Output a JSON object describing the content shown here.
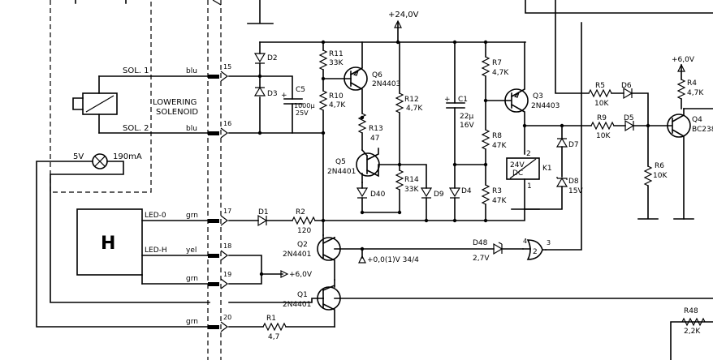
{
  "supply_top": "+24,0V",
  "supply_right": "+6,0V",
  "solenoid": {
    "line1": "LOWERING",
    "line2": "SOLENOID",
    "sol1": "SOL. 1",
    "sol2": "SOL. 2",
    "wire1": "blu",
    "wire2": "blu"
  },
  "lamp": {
    "voltage": "5V",
    "current": "190mA"
  },
  "display": {
    "symbol": "H",
    "led0": "LED-0",
    "ledh": "LED-H"
  },
  "pins": {
    "p15": "15",
    "p16": "16",
    "p17": "17",
    "p18": "18",
    "p19": "19",
    "p20": "20"
  },
  "wires": {
    "w17": "grn",
    "w18": "yel",
    "w19": "grn",
    "w20": "grn"
  },
  "components": {
    "d2": "D2",
    "d3": "D3",
    "c5": "C5",
    "c5v1": "1000µ",
    "c5v2": "25V",
    "r11": "R11",
    "r11v": "33K",
    "r10": "R10",
    "r10v": "4,7K",
    "q6": "Q6",
    "q6t": "2N4403",
    "r13": "R13",
    "r13v": "47",
    "q5": "Q5",
    "q5t": "2N4401",
    "d40": "D40",
    "r12": "R12",
    "r12v": "4,7K",
    "r14": "R14",
    "r14v": "33K",
    "d9": "D9",
    "c1": "C1",
    "c1v1": "22µ",
    "c1v2": "16V",
    "d4": "D4",
    "r7": "R7",
    "r7v": "4,7K",
    "r8": "R8",
    "r8v": "47K",
    "r3": "R3",
    "r3v": "47K",
    "q3": "Q3",
    "q3t": "2N4403",
    "k1": "K1",
    "k1v1": "24V",
    "k1v2": "DC",
    "k1p2": "2",
    "k1p1": "1",
    "d7": "D7",
    "d8": "D8",
    "d8v": "15V",
    "r5": "R5",
    "r5v": "10K",
    "d6": "D6",
    "r9": "R9",
    "r9v": "10K",
    "d5": "D5",
    "r6": "R6",
    "r6v": "10K",
    "r4": "R4",
    "r4v": "4,7K",
    "q4": "Q4",
    "q4t": "BC238",
    "d1": "D1",
    "r2": "R2",
    "r2v": "120",
    "q2": "Q2",
    "q2t": "2N4401",
    "q1": "Q1",
    "q1t": "2N4401",
    "d48": "D48",
    "d48v": "2,7V",
    "gate": "2",
    "gp4": "4",
    "gp3": "3",
    "r1": "R1",
    "r1v": "4,7",
    "r48": "R48",
    "r48v": "2,2K"
  },
  "nets": {
    "plus6": "+6,0V",
    "test": "+0,0(1)V 34/4"
  }
}
